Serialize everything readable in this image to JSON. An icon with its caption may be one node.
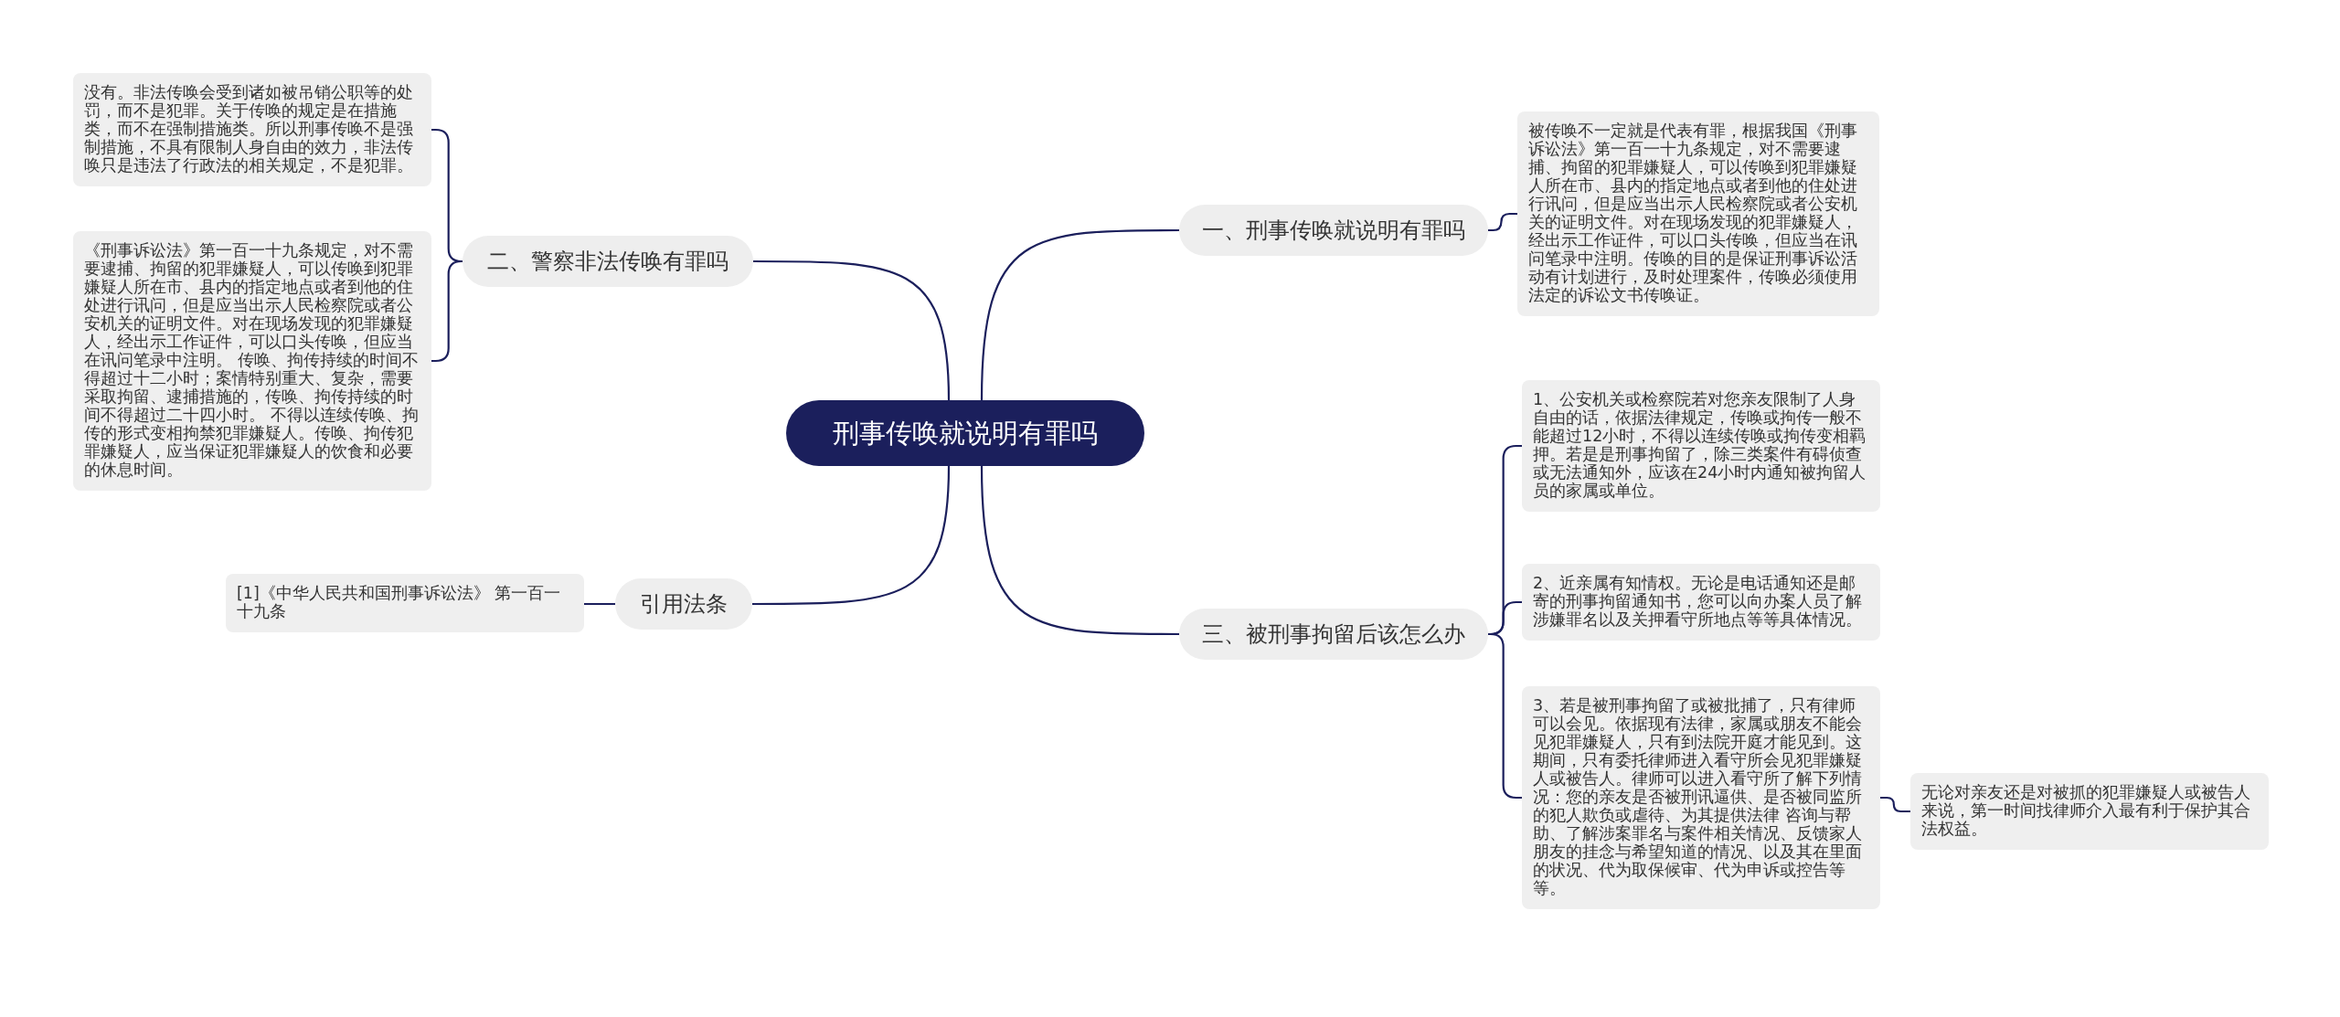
{
  "diagram": {
    "nodes": [
      {
        "text": [
          "刑事传唤就说明有罪吗"
        ]
      },
      {
        "text": [
          "一、刑事传唤就说明有罪吗"
        ]
      },
      {
        "text": [
          "被传唤不一定就是代表有罪，根据我国《刑事诉讼法》第一百一十九条规定，对不需要逮捕、拘留的犯罪嫌疑人，可以传唤到犯罪嫌疑人所在市、县内的指定地点或者到他的住处进行讯问，但是应当出示人民检察院或者公安机关的证明文件。对在现场发现的犯罪嫌疑人，经出示工作证件，可以口头传唤，但应当在讯问笔录中注明。传唤的目的是保证刑事诉讼活动有计划进行，及时处理案件，传唤必须使用法定的诉讼文书传唤证。"
        ]
      },
      {
        "text": [
          "二、警察非法传唤有罪吗"
        ]
      },
      {
        "text": [
          "没有。非法传唤会受到诸如被吊销公职等的处罚，而不是犯罪。关于传唤的规定是在措施类，而不在强制措施类。所以刑事传唤不是强制措施，不具有限制人身自由的效力，非法传唤只是违法了行政法的相关规定，不是犯罪。"
        ]
      },
      {
        "text": [
          "《刑事诉讼法》第一百一十九条规定，对不需要逮捕、拘留的犯罪嫌疑人，可以传唤到犯罪嫌疑人所在市、县内的指定地点或者到他的住处进行讯问，但是应当出示人民检察院或者公安机关的证明文件。对在现场发现的犯罪嫌疑人，经出示工作证件，可以口头传唤，但应当在讯问笔录中注明。 传唤、拘传持续的时间不得超过十二小时；案情特别重大、复杂，需要采取拘留、逮捕措施的，传唤、拘传持续的时间不得超过二十四小时。 不得以连续传唤、拘传的形式变相拘禁犯罪嫌疑人。传唤、拘传犯罪嫌疑人，应当保证犯罪嫌疑人的饮食和必要的休息时间。"
        ]
      },
      {
        "text": [
          "引用法条"
        ]
      },
      {
        "text": [
          "[1]《中华人民共和国刑事诉讼法》 第一百一十九条"
        ]
      },
      {
        "text": [
          "三、被刑事拘留后该怎么办"
        ]
      },
      {
        "text": [
          "1、公安机关或检察院若对您亲友限制了人身自由的话，依据法律规定，传唤或拘传一般不能超过12小时，不得以连续传唤或拘传变相羁押。若是是刑事拘留了，除三类案件有碍侦查或无法通知外，应该在24小时内通知被拘留人员的家属或单位。"
        ]
      },
      {
        "text": [
          "2、近亲属有知情权。无论是电话通知还是邮寄的刑事拘留通知书，您可以向办案人员了解涉嫌罪名以及关押看守所地点等等具体情况。"
        ]
      },
      {
        "text": [
          "3、若是被刑事拘留了或被批捕了，只有律师可以会见。依据现有法律，家属或朋友不能会见犯罪嫌疑人，只有到法院开庭才能见到。这期间，只有委托律师进入看守所会见犯罪嫌疑人或被告人。律师可以进入看守所了解下列情况：您的亲友是否被刑讯逼供、是否被同监所的犯人欺负或虐待、为其提供法律 咨询与帮助、了解涉案罪名与案件相关情况、反馈家人朋友的挂念与希望知道的情况、以及其在里面的状况、代为取保候审、代为申诉或控告等等。"
        ]
      },
      {
        "text": [
          "无论对亲友还是对被抓的犯罪嫌疑人或被告人来说，第一时间找律师介入最有利于保护其合法权益。"
        ]
      }
    ],
    "edges": [
      {
        "from": 0,
        "to": 1,
        "arrow": "none"
      },
      {
        "from": 1,
        "to": 2,
        "arrow": "none"
      },
      {
        "from": 0,
        "to": 3,
        "arrow": "none"
      },
      {
        "from": 3,
        "to": 4,
        "arrow": "none"
      },
      {
        "from": 3,
        "to": 5,
        "arrow": "none"
      },
      {
        "from": 0,
        "to": 6,
        "arrow": "none"
      },
      {
        "from": 6,
        "to": 7,
        "arrow": "none"
      },
      {
        "from": 0,
        "to": 8,
        "arrow": "none"
      },
      {
        "from": 8,
        "to": 9,
        "arrow": "none"
      },
      {
        "from": 8,
        "to": 10,
        "arrow": "none"
      },
      {
        "from": 8,
        "to": 11,
        "arrow": "none"
      },
      {
        "from": 11,
        "to": 12,
        "arrow": "none"
      }
    ]
  }
}
